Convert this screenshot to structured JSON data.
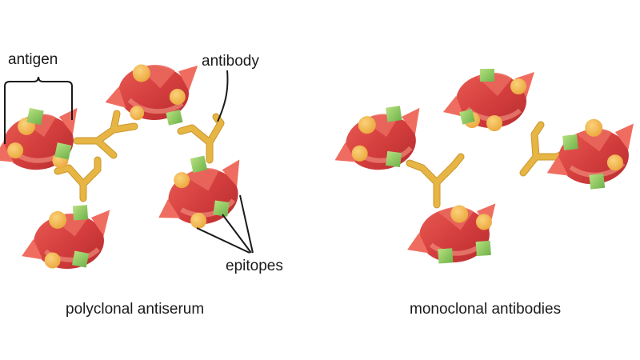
{
  "labels": {
    "antigen": "antigen",
    "antibody": "antibody",
    "epitopes": "epitopes",
    "left_caption": "polyclonal antiserum",
    "right_caption": "monoclonal antibodies"
  },
  "colors": {
    "antigen_body": "#d8403f",
    "antigen_highlight": "#ef7a6a",
    "antigen_shadow": "#b52d2f",
    "epitope_circle": "#f3b64b",
    "epitope_square": "#8cc85a",
    "antibody": "#e6b544"
  }
}
